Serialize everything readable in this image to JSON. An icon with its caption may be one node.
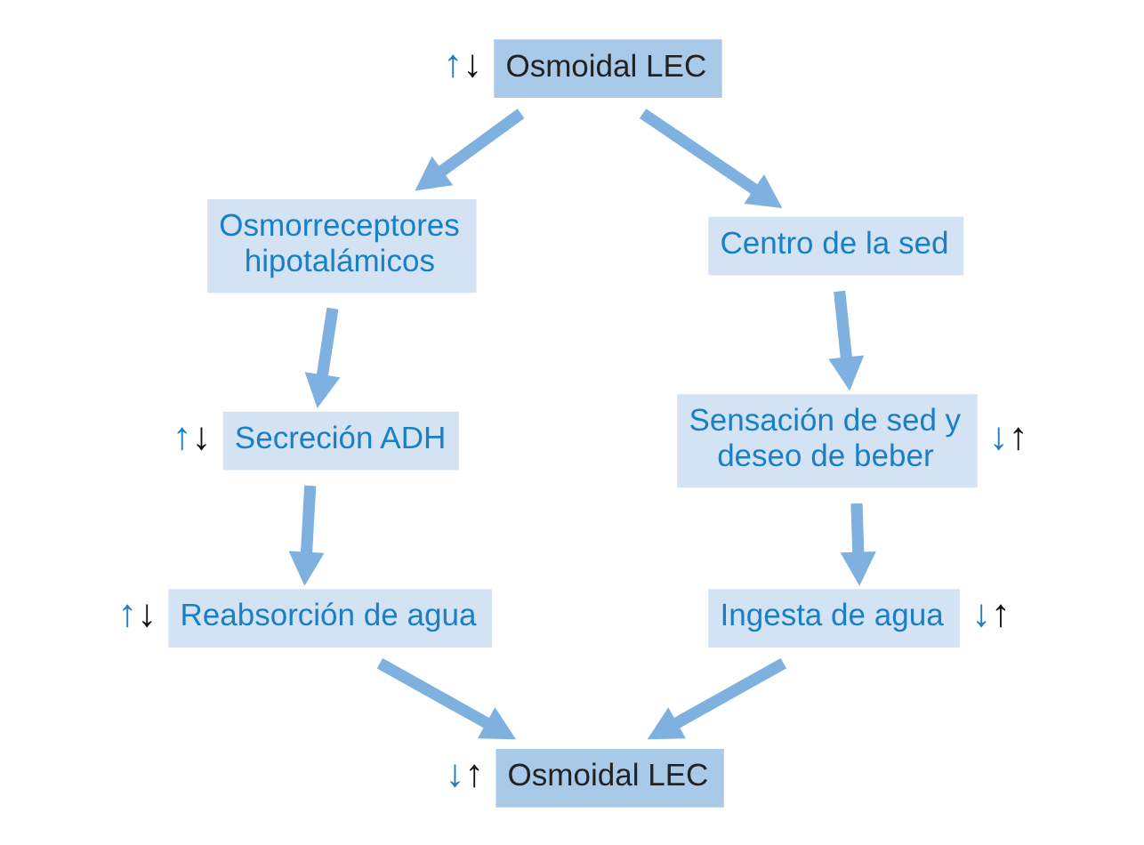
{
  "diagram": {
    "nodes": [
      {
        "text": [
          "Osmoidal LEC"
        ],
        "beside": [
          "↑↓"
        ]
      },
      {
        "text": [
          "Osmorreceptores hipotalámicos"
        ]
      },
      {
        "text": [
          "Centro de la sed"
        ]
      },
      {
        "text": [
          "Secreción ADH"
        ],
        "beside": [
          "↑↓"
        ]
      },
      {
        "text": [
          "Sensación de sed y deseo de beber"
        ],
        "beside": [
          "↓↑"
        ]
      },
      {
        "text": [
          "Reabsorción de agua"
        ],
        "beside": [
          "↑↓"
        ]
      },
      {
        "text": [
          "Ingesta de agua"
        ],
        "beside": [
          "↓↑"
        ]
      },
      {
        "text": [
          "Osmoidal LEC"
        ],
        "beside": [
          "↓↑"
        ]
      }
    ],
    "edges": [
      {
        "from": 0,
        "to": 1,
        "arrow": "to"
      },
      {
        "from": 0,
        "to": 2,
        "arrow": "to"
      },
      {
        "from": 1,
        "to": 3,
        "arrow": "to"
      },
      {
        "from": 2,
        "to": 4,
        "arrow": "to"
      },
      {
        "from": 3,
        "to": 5,
        "arrow": "to"
      },
      {
        "from": 4,
        "to": 6,
        "arrow": "to"
      },
      {
        "from": 5,
        "to": 7,
        "arrow": "to"
      },
      {
        "from": 6,
        "to": 7,
        "arrow": "to"
      }
    ]
  }
}
